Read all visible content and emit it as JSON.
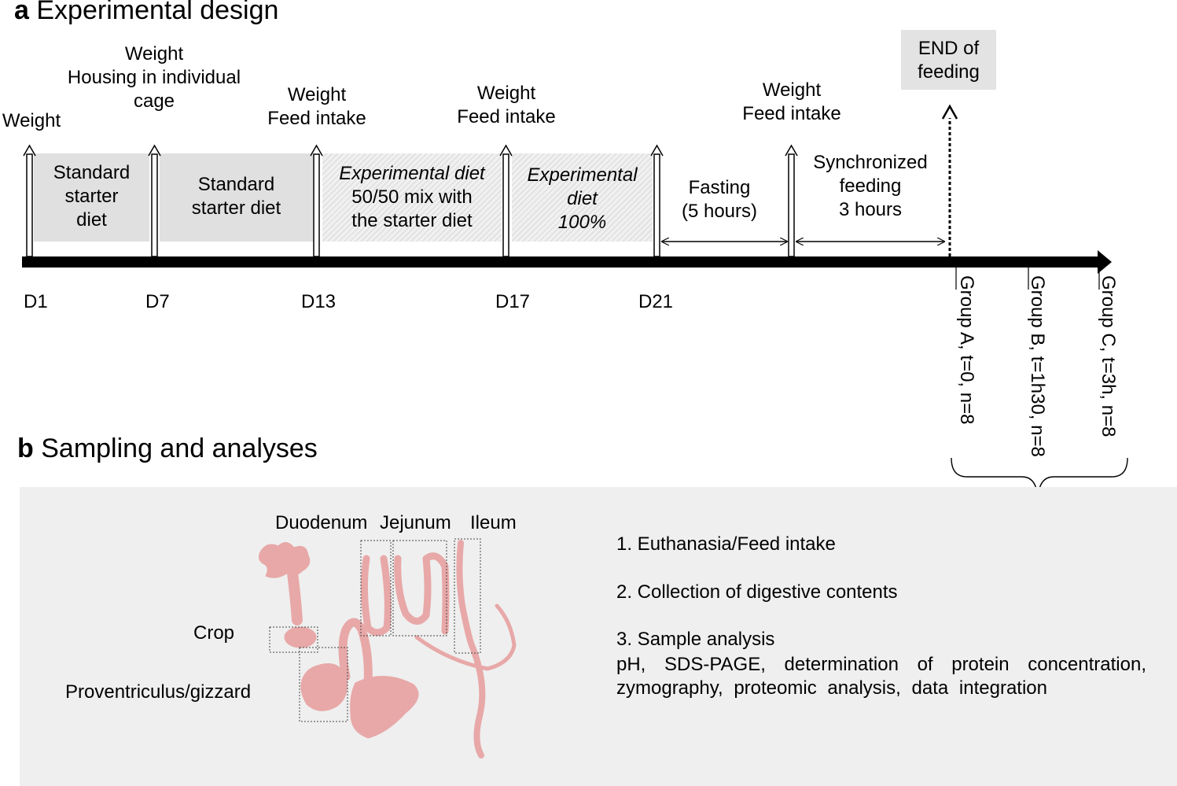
{
  "panel_a": {
    "letter": "a",
    "title": "Experimental design",
    "events": [
      "Weight",
      "Weight\nHousing in individual\ncage",
      "Weight\nFeed intake",
      "Weight\nFeed intake",
      "Weight\nFeed intake"
    ],
    "end_label": "END of\nfeeding",
    "periods": [
      {
        "text": "Standard\nstarter\ndiet",
        "italic": false
      },
      {
        "text": "Standard\nstarter diet",
        "italic": false
      },
      {
        "line1": "Experimental diet",
        "line2": "50/50 mix with",
        "line3": "the starter diet"
      },
      {
        "line1": "Experimental",
        "line2": "diet",
        "line3": "100%"
      },
      {
        "text": "Fasting\n(5 hours)"
      },
      {
        "text": "Synchronized\nfeeding\n3 hours"
      }
    ],
    "days": [
      "D1",
      "D7",
      "D13",
      "D17",
      "D21"
    ],
    "groups": [
      "Group A, t=0, n=8",
      "Group B, t=1h30, n=8",
      "Group C, t=3h, n=8"
    ]
  },
  "panel_b": {
    "letter": "b",
    "title": "Sampling and analyses",
    "organs": {
      "duodenum": "Duodenum",
      "jejunum": "Jejunum",
      "ileum": "Ileum",
      "crop": "Crop",
      "proventriculus": "Proventriculus/gizzard"
    },
    "steps": [
      "1. Euthanasia/Feed intake",
      "2. Collection of digestive contents",
      "3. Sample analysis"
    ],
    "analysis_line1": "pH, SDS-PAGE, determination of protein concentration,",
    "analysis_line2": "zymography, proteomic analysis, data integration"
  },
  "colors": {
    "standard_box": "#e0e0e0",
    "end_box": "#e3e3e3",
    "panel_b_background": "#efefef",
    "organ": "#e8a8a8"
  }
}
